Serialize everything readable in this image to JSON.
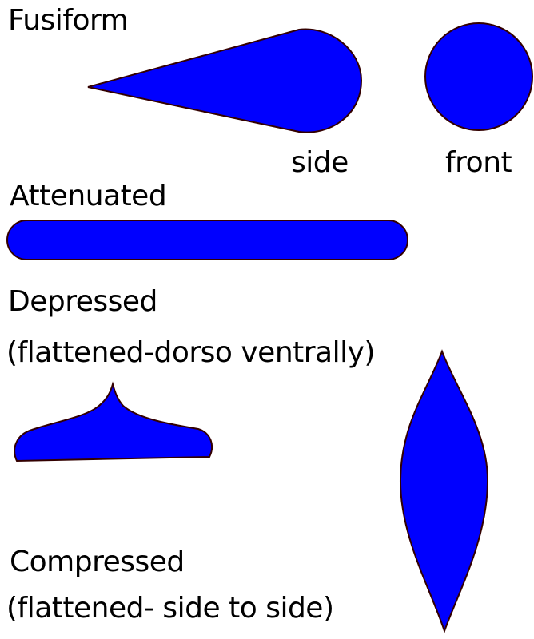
{
  "labels": {
    "fusiform": "Fusiform",
    "side": "side",
    "front": "front",
    "attenuated": "Attenuated",
    "depressed": "Depressed",
    "depressed_note": "(flattened-dorso ventrally)",
    "compressed": "Compressed",
    "compressed_note": "(flattened- side to side)"
  },
  "colors": {
    "shape_fill": "#0000ff",
    "shape_outline": "#330000",
    "background": "#ffffff",
    "text": "#000000"
  }
}
